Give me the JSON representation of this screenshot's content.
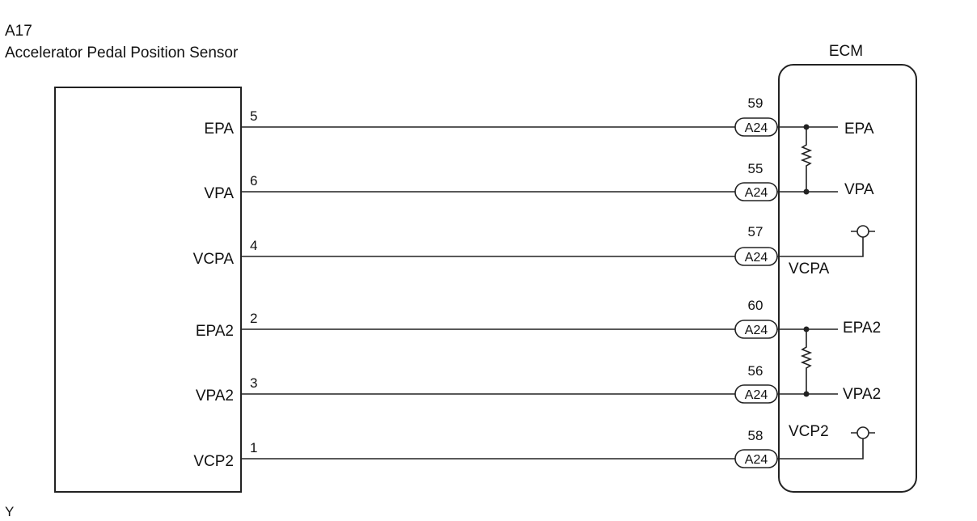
{
  "sensor": {
    "code": "A17",
    "name": "Accelerator Pedal Position Sensor"
  },
  "ecm": {
    "label": "ECM"
  },
  "connector": "A24",
  "circuits": [
    {
      "signal": "EPA",
      "sensor_pin": "5",
      "ecm_pin": "59",
      "ecm_label": "EPA"
    },
    {
      "signal": "VPA",
      "sensor_pin": "6",
      "ecm_pin": "55",
      "ecm_label": "VPA"
    },
    {
      "signal": "VCPA",
      "sensor_pin": "4",
      "ecm_pin": "57",
      "ecm_label": "VCPA"
    },
    {
      "signal": "EPA2",
      "sensor_pin": "2",
      "ecm_pin": "60",
      "ecm_label": "EPA2"
    },
    {
      "signal": "VPA2",
      "sensor_pin": "3",
      "ecm_pin": "56",
      "ecm_label": "VPA2"
    },
    {
      "signal": "VCP2",
      "sensor_pin": "1",
      "ecm_pin": "58",
      "ecm_label": "VCP2"
    }
  ],
  "footer_mark": "Y"
}
